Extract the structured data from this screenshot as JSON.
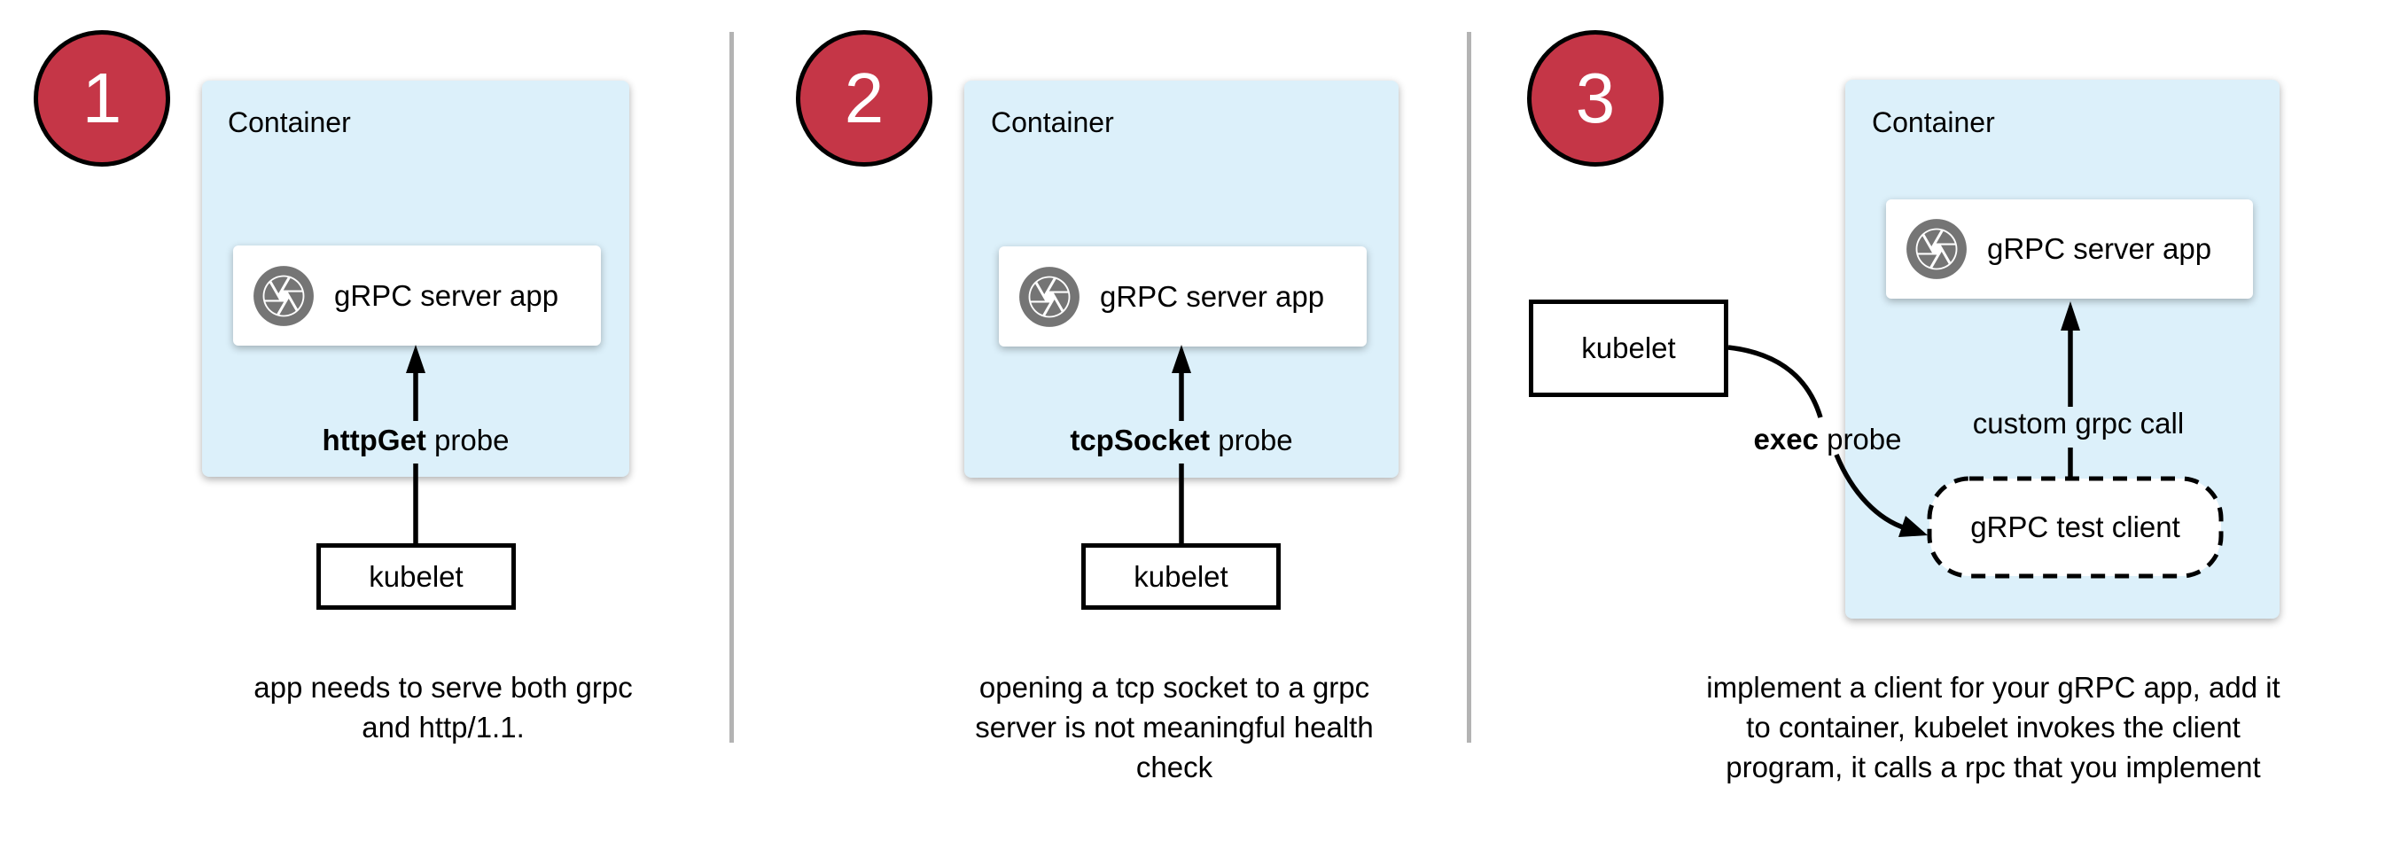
{
  "diagram_title_implicit": "gRPC health checking approaches in Kubernetes",
  "colors": {
    "container_fill": "#dcf0fa",
    "badge_red": "#c53647",
    "icon_gray": "#757575",
    "divider_gray": "#b3b3b3",
    "arrow_black": "#000000",
    "text_black": "#000000"
  },
  "icons": {
    "app_icon": "camera-aperture-icon"
  },
  "panels": [
    {
      "number": "1",
      "container_label": "Container",
      "app_label": "gRPC server app",
      "probe_bold": "httpGet",
      "probe_rest": " probe",
      "kubelet_label": "kubelet",
      "caption": "app needs to serve both grpc\nand http/1.1."
    },
    {
      "number": "2",
      "container_label": "Container",
      "app_label": "gRPC server app",
      "probe_bold": "tcpSocket",
      "probe_rest": " probe",
      "kubelet_label": "kubelet",
      "caption": "opening a tcp socket to a grpc\nserver is not meaningful health\ncheck"
    },
    {
      "number": "3",
      "container_label": "Container",
      "app_label": "gRPC server app",
      "exec_bold": "exec",
      "exec_rest": " probe",
      "custom_call_label": "custom grpc call",
      "test_client_label": "gRPC test client",
      "kubelet_label": "kubelet",
      "caption": "implement a client for your gRPC app, add it\nto container, kubelet invokes the client\nprogram, it calls a rpc that you implement"
    }
  ]
}
